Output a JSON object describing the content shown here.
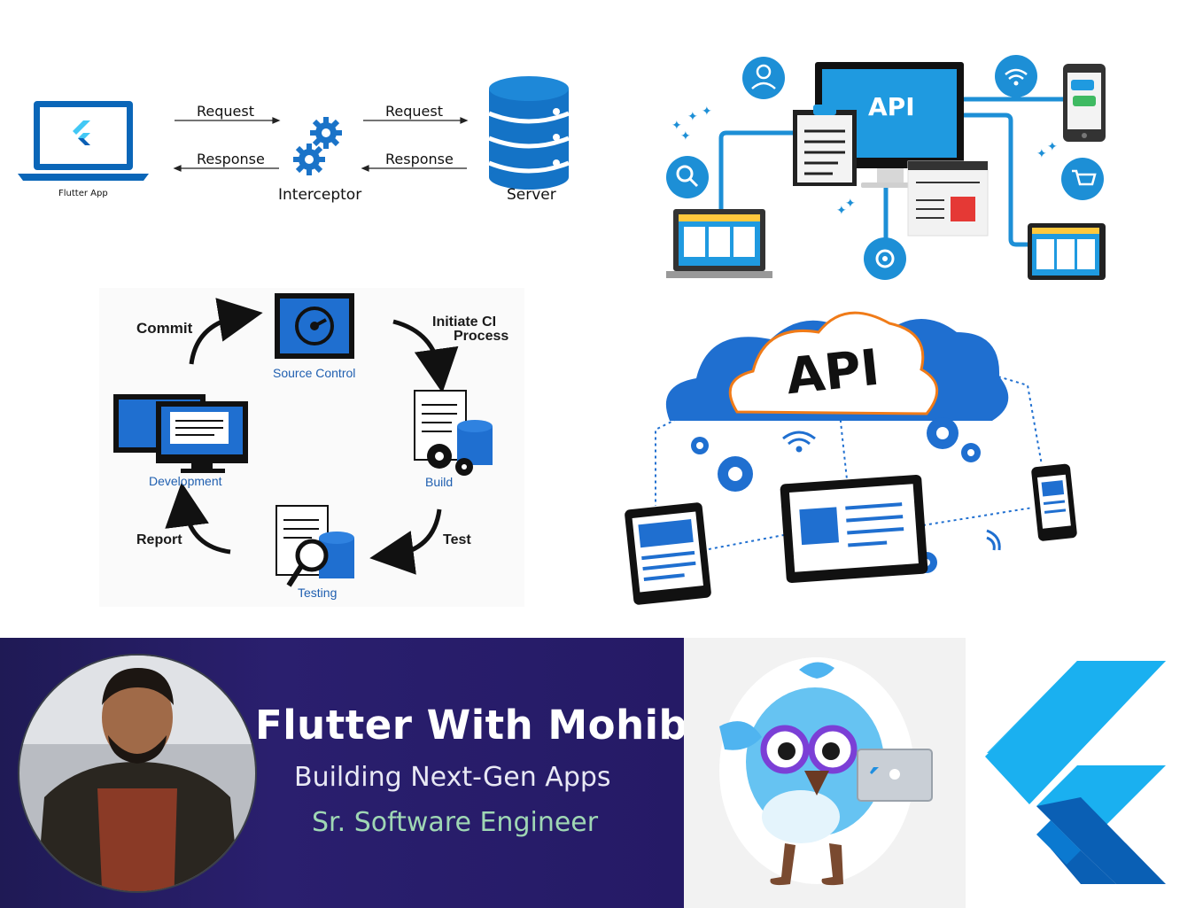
{
  "interceptor_diagram": {
    "app_label": "Flutter App",
    "request_1": "Request",
    "response_1": "Response",
    "interceptor_label": "Interceptor",
    "request_2": "Request",
    "response_2": "Response",
    "server_label": "Server"
  },
  "api_ecosystem": {
    "screen_text": "API"
  },
  "ci_cycle": {
    "commit": "Commit",
    "source_control": "Source Control",
    "initiate": "Initiate CI",
    "process": "Process",
    "build": "Build",
    "test": "Test",
    "testing": "Testing",
    "report": "Report",
    "development": "Development"
  },
  "api_cloud": {
    "cloud_text": "API"
  },
  "banner": {
    "title": "Flutter With Mohib",
    "subtitle": "Building Next-Gen Apps",
    "role": "Sr. Software Engineer"
  },
  "colors": {
    "flutter_light": "#42c8f5",
    "flutter_dark": "#0a5fb4",
    "api_blue": "#1d8fd6",
    "ci_blue": "#1f6fd0",
    "banner_bg": "#241b62",
    "banner_green": "#9fd7b4"
  },
  "icons": [
    "flutter-logo-icon",
    "laptop-icon",
    "gears-icon",
    "database-icon",
    "user-icon",
    "wifi-icon",
    "search-icon",
    "settings-icon",
    "cart-icon",
    "phone-icon",
    "cloud-icon",
    "mascot-dash-icon"
  ]
}
